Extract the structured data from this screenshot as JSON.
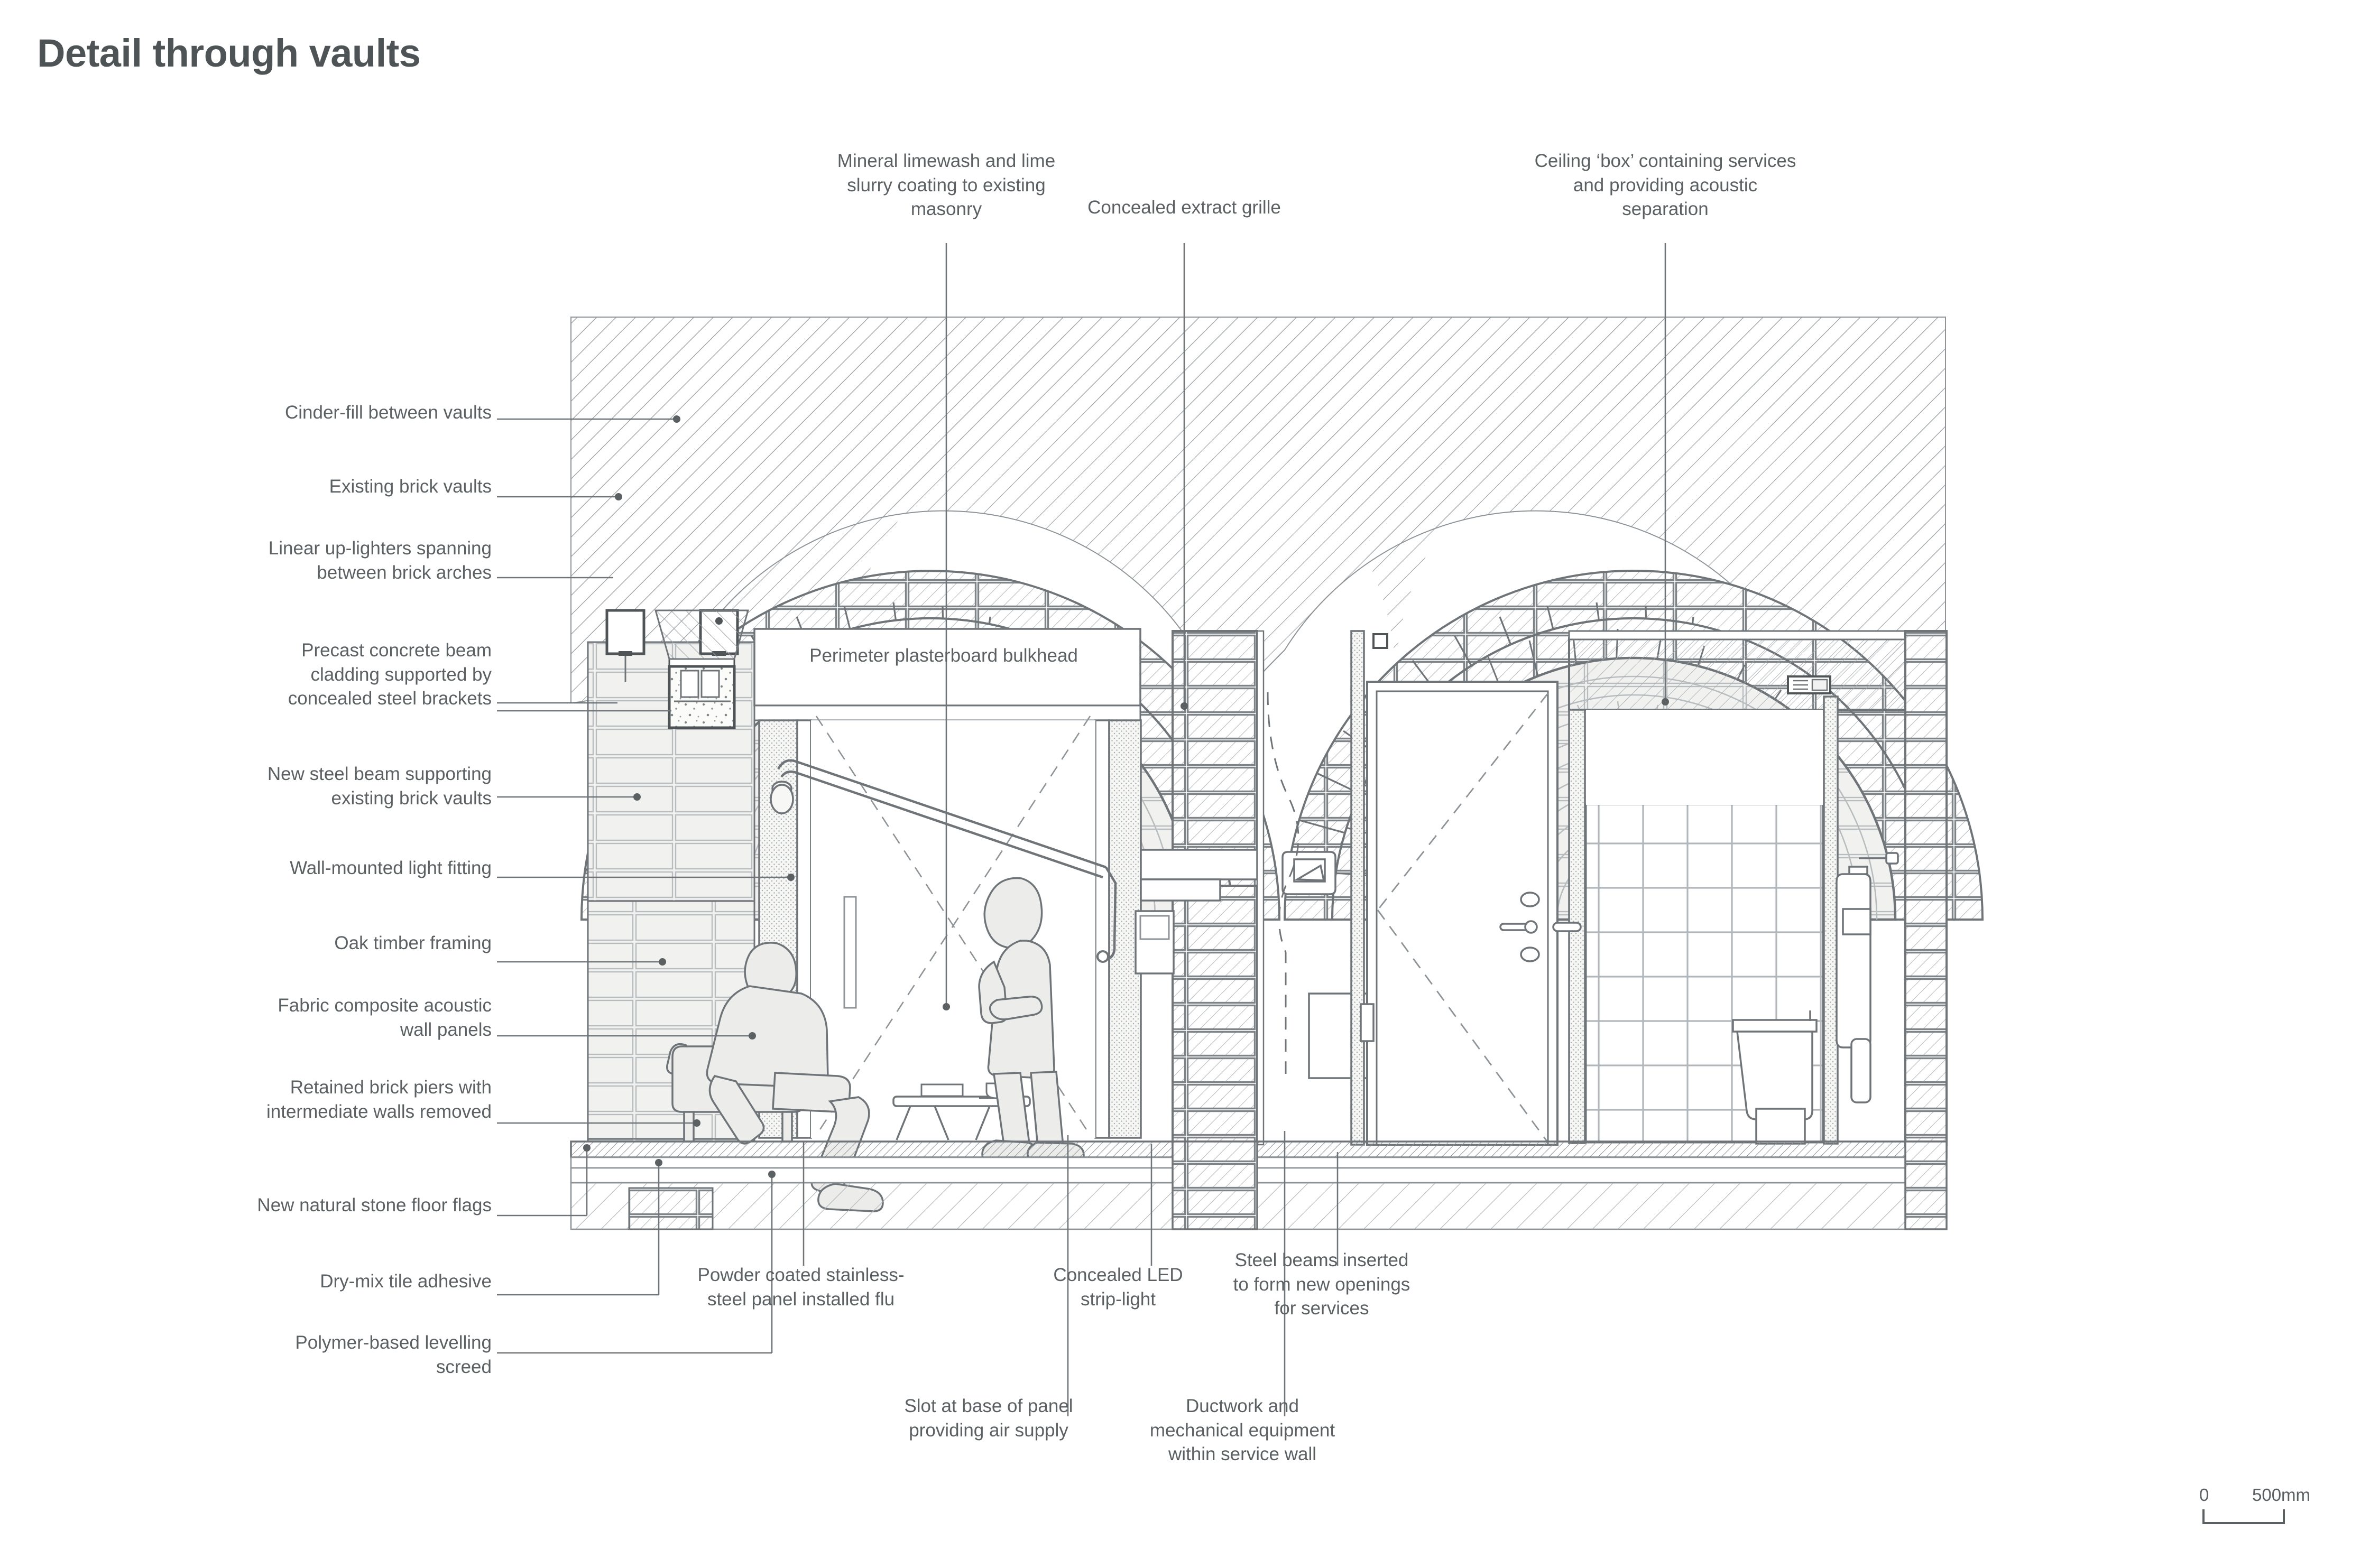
{
  "title": "Detail through vaults",
  "drawing_type": "architectural section",
  "in_drawing_labels": [
    {
      "id": "perimeter-bulkhead",
      "text": "Perimeter plasterboard bulkhead"
    }
  ],
  "annotations_left": [
    {
      "id": "cinder-fill",
      "text": "Cinder-fill between vaults"
    },
    {
      "id": "existing-brick-vaults",
      "text": "Existing brick vaults"
    },
    {
      "id": "linear-up-lighters",
      "text": "Linear up-lighters spanning between brick arches"
    },
    {
      "id": "precast-concrete-beam-cladding",
      "text": "Precast concrete beam cladding supported by concealed steel brackets"
    },
    {
      "id": "new-steel-beam",
      "text": "New steel beam supporting existing brick vaults"
    },
    {
      "id": "wall-mounted-light",
      "text": "Wall-mounted light fitting"
    },
    {
      "id": "oak-timber-framing",
      "text": "Oak timber framing"
    },
    {
      "id": "fabric-acoustic-panels",
      "text": "Fabric composite acoustic wall panels"
    },
    {
      "id": "retained-brick-piers",
      "text": "Retained brick piers with intermediate walls removed"
    },
    {
      "id": "new-stone-floor-flags",
      "text": "New natural stone floor flags"
    },
    {
      "id": "dry-mix-tile-adhesive",
      "text": "Dry-mix tile adhesive"
    },
    {
      "id": "polymer-levelling-screed",
      "text": "Polymer-based levelling screed"
    }
  ],
  "annotations_top": [
    {
      "id": "mineral-limewash",
      "text": "Mineral limewash and lime slurry coating to existing masonry"
    },
    {
      "id": "concealed-extract-grille",
      "text": "Concealed extract grille"
    },
    {
      "id": "ceiling-box",
      "text": "Ceiling ‘box’ containing services and providing acoustic separation"
    }
  ],
  "annotations_bottom": [
    {
      "id": "powder-coated-flu",
      "text": "Powder coated stainless-steel panel installed flu"
    },
    {
      "id": "concealed-led-striplight",
      "text": "Concealed LED strip-light"
    },
    {
      "id": "steel-beams-openings",
      "text": "Steel beams inserted to form new openings for services"
    },
    {
      "id": "slot-air-supply",
      "text": "Slot at base of panel providing air supply"
    },
    {
      "id": "ductwork-service-wall",
      "text": "Ductwork and mechanical equipment within service wall"
    }
  ],
  "scale_bar": {
    "start_label": "0",
    "end_label": "500mm"
  },
  "colors": {
    "text": "#5b6063",
    "title": "#4e5356",
    "line_heavy": "#6f7478",
    "line_light": "#9aa0a4",
    "hatch": "#8d9397",
    "fill_light": "#f1f1ef",
    "fill_figure": "#ececeb",
    "background": "#ffffff"
  }
}
